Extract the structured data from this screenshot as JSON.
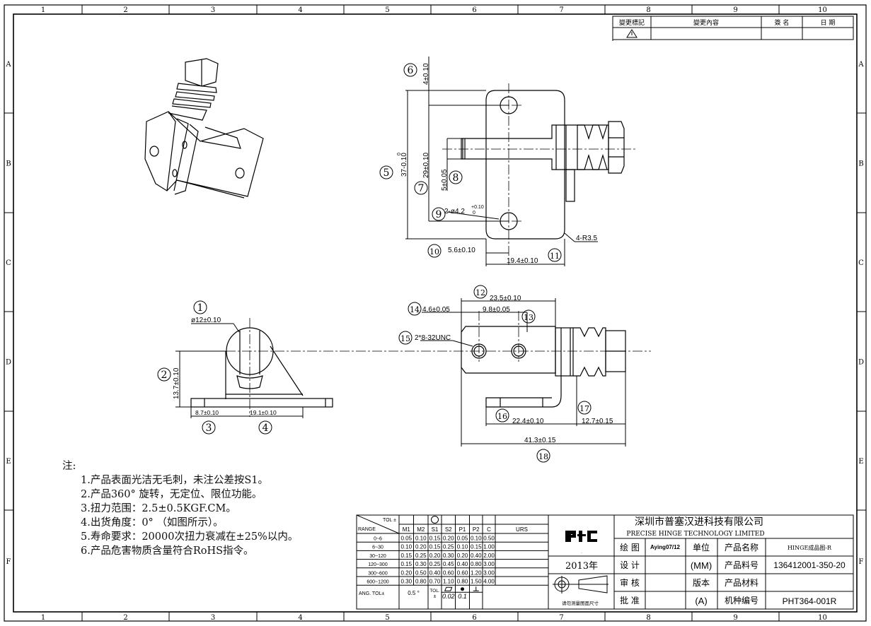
{
  "border": {
    "column_labels": [
      "1",
      "2",
      "3",
      "4",
      "5",
      "6",
      "7",
      "8",
      "9",
      "10"
    ],
    "row_labels": [
      "A",
      "B",
      "C",
      "D",
      "E",
      "F"
    ]
  },
  "revision_table": {
    "headers": [
      "變更標記",
      "變更內容",
      "簽 名",
      "日  期"
    ],
    "row_marker_icon": "warning-triangle-icon"
  },
  "views": {
    "front_view": {
      "dims": [
        {
          "id": "1",
          "text": "ø12±0.10"
        },
        {
          "id": "2",
          "text": "13.7±0.10"
        },
        {
          "id": "3",
          "text": "8.7±0.10"
        },
        {
          "id": "4",
          "text": "19.1±0.10"
        }
      ]
    },
    "top_view": {
      "dims": [
        {
          "id": "5",
          "text": "37-0.10",
          "sup": "0"
        },
        {
          "id": "6",
          "text": "4±0.10"
        },
        {
          "id": "7",
          "text": "29±0.10"
        },
        {
          "id": "8",
          "text": "5±0.05"
        },
        {
          "id": "9",
          "text": "2-ø4.2",
          "sup": "+0.10",
          "sub": "0"
        },
        {
          "id": "10",
          "text": "5.6±0.10"
        },
        {
          "id": "11",
          "text": "19.4±0.10"
        }
      ],
      "radius_note": "4-R3.5"
    },
    "side_view": {
      "dims": [
        {
          "id": "12",
          "text": "23.5±0.10"
        },
        {
          "id": "13",
          "text": "9.8±0.05"
        },
        {
          "id": "14",
          "text": "4.6±0.05"
        },
        {
          "id": "15",
          "text": "2*8-32UNC"
        },
        {
          "id": "16",
          "text": "22.4±0.10"
        },
        {
          "id": "17",
          "text": "12.7±0.15"
        },
        {
          "id": "18",
          "text": "41.3±0.15"
        }
      ]
    }
  },
  "notes": {
    "title": "注:",
    "items": [
      "1.产品表面光洁无毛刺，未注公差按S1。",
      "2.产品360° 旋转，无定位、限位功能。",
      "3.扭力范围：2.5±0.5KGF.CM。",
      "4.出货角度：0° （如图所示）。",
      "5.寿命要求：20000次扭力衰减在±25%以内。",
      "6.产品危害物质含量符合RoHS指令。"
    ]
  },
  "tolerance_table": {
    "corner_top": "TOL ±",
    "corner_bottom": "RANGE",
    "columns": [
      "M1",
      "M2",
      "S1",
      "S2",
      "P1",
      "P2",
      "C",
      "URS"
    ],
    "rows": [
      {
        "range": "0~6",
        "values": [
          "0.05",
          "0.10",
          "0.15",
          "0.20",
          "0.05",
          "0.10",
          "0.50",
          ""
        ]
      },
      {
        "range": "6~30",
        "values": [
          "0.10",
          "0.20",
          "0.15",
          "0.25",
          "0.10",
          "0.15",
          "1.00",
          ""
        ]
      },
      {
        "range": "30~120",
        "values": [
          "0.15",
          "0.25",
          "0.20",
          "0.30",
          "0.20",
          "0.40",
          "2.00",
          ""
        ]
      },
      {
        "range": "120~300",
        "values": [
          "0.15",
          "0.30",
          "0.25",
          "0.45",
          "0.40",
          "0.80",
          "3.00",
          ""
        ]
      },
      {
        "range": "300~600",
        "values": [
          "0.20",
          "0.50",
          "0.40",
          "0.60",
          "0.60",
          "1.20",
          "3.00",
          ""
        ]
      },
      {
        "range": "600~1200",
        "values": [
          "0.30",
          "0.80",
          "0.70",
          "1.10",
          "0.80",
          "1.50",
          "4.00",
          ""
        ]
      }
    ],
    "angle_label": "ANG.   TOL±",
    "angle_value": "0.5 °",
    "geo_tol_label": "TOL.",
    "geo_tol_sub": "±",
    "flatness_value": "0.02",
    "position_value": "0.1"
  },
  "title_block": {
    "logo": "PHT",
    "year": "2013年",
    "projection_caption": "请勿测量图面尺寸",
    "company_cn": "深圳市普塞汉进科技有限公司",
    "company_en": "PRECISE HINGE TECHNOLOGY LIMITED",
    "labels": {
      "drawn": "绘  图",
      "design": "设  计",
      "check": "审  核",
      "approve": "批  准",
      "unit": "单位",
      "version": "版本",
      "product_name": "产品名称",
      "part_no": "产品料号",
      "material": "产品材料",
      "model_no": "机种编号"
    },
    "values": {
      "drawn_by": "Aying07/12",
      "unit": "(MM)",
      "version": "(A)",
      "product_name": "HINGE成品图-R",
      "part_no": "136412001-350-20",
      "material": "",
      "model_no": "PHT364-001R"
    }
  }
}
